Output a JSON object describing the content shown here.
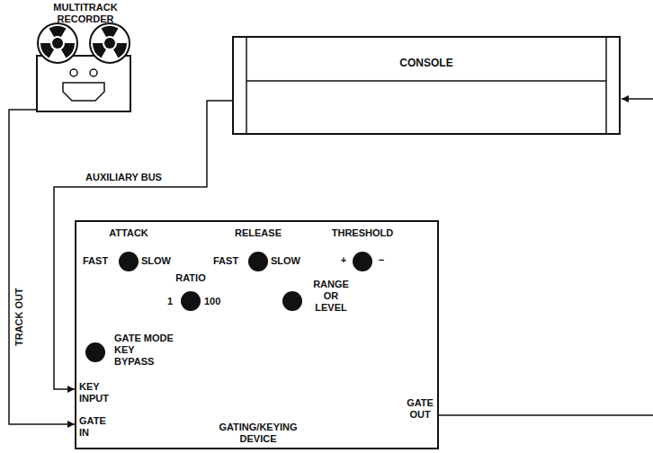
{
  "diagram": {
    "nodes": [
      {
        "text": [
          "MULTITRACK RECORDER"
        ]
      },
      {
        "text": [
          "CONSOLE"
        ]
      },
      {
        "text": [
          "GATING/KEYING DEVICE"
        ]
      }
    ],
    "edges": [
      {
        "from": 0,
        "to": 2,
        "arrow": "to",
        "label": "TRACK OUT"
      },
      {
        "from": 1,
        "to": 2,
        "arrow": "to",
        "label": "AUXILIARY BUS"
      }
    ],
    "labels": [
      "ATTACK",
      "FAST",
      "SLOW",
      "RELEASE",
      "FAST",
      "SLOW",
      "THRESHOLD",
      "+",
      "−",
      "RATIO",
      "1",
      "100",
      "RANGE OR LEVEL",
      "GATE MODE KEY BYPASS",
      "KEY INPUT",
      "GATE IN",
      "GATE OUT"
    ]
  }
}
